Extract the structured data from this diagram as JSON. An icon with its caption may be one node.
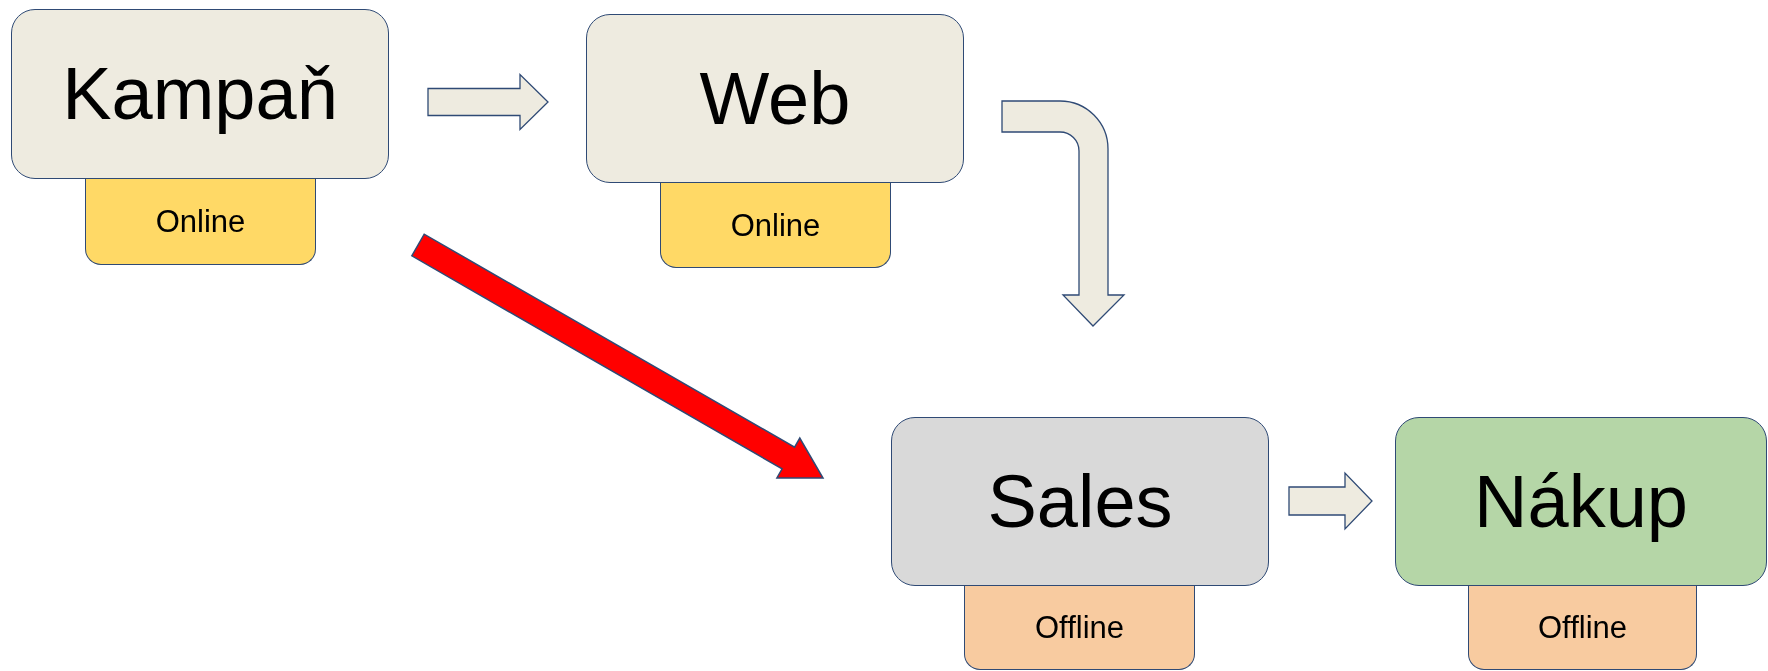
{
  "diagram": {
    "nodes": [
      {
        "text": [
          "Kampaň"
        ]
      },
      {
        "text": [
          "Online"
        ]
      },
      {
        "text": [
          "Web"
        ]
      },
      {
        "text": [
          "Online"
        ]
      },
      {
        "text": [
          "Sales"
        ]
      },
      {
        "text": [
          "Offline"
        ]
      },
      {
        "text": [
          "Nákup"
        ]
      },
      {
        "text": [
          "Offline"
        ]
      }
    ],
    "edges": [
      {
        "from": 0,
        "to": 2,
        "arrow": "to"
      },
      {
        "from": 2,
        "to": 4,
        "arrow": "to"
      },
      {
        "from": 0,
        "to": 4,
        "arrow": "to",
        "style": "thick",
        "color": "#ff0000"
      },
      {
        "from": 4,
        "to": 6,
        "arrow": "to"
      }
    ]
  }
}
